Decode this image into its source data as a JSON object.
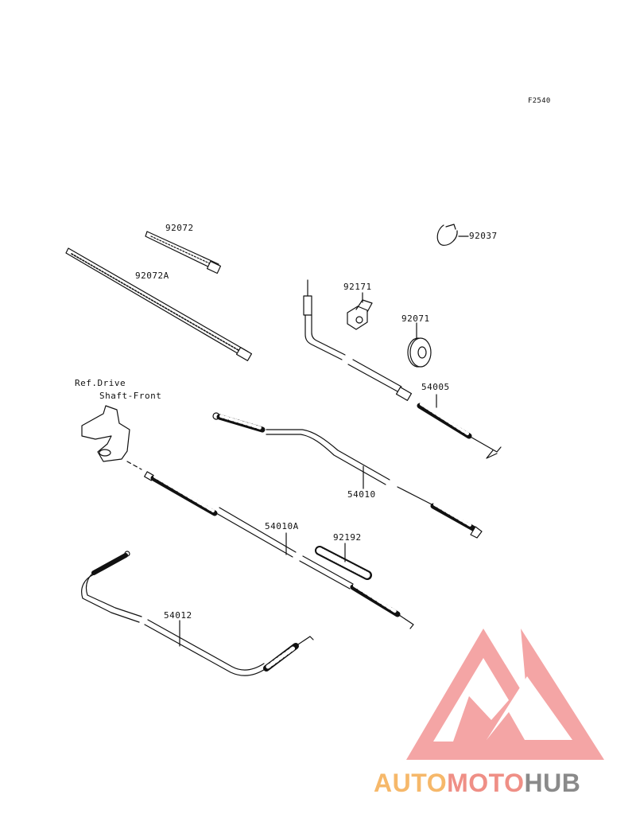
{
  "figure_code": "F2540",
  "parts": {
    "p92072": "92072",
    "p92072A": "92072A",
    "p92037": "92037",
    "p92171": "92171",
    "p92071": "92071",
    "p54005": "54005",
    "p54010": "54010",
    "p54010A": "54010A",
    "p92192": "92192",
    "p54012": "54012"
  },
  "reference": {
    "line1": "Ref.Drive",
    "line2": "Shaft-Front"
  },
  "watermark": {
    "part1": "AUTO",
    "part2": "MOTO",
    "part3": "HUB",
    "colors": {
      "auto": "#f6b86a",
      "moto": "#ef8f86",
      "hub": "#8a8a8a",
      "logo": "#f28f8f"
    }
  }
}
